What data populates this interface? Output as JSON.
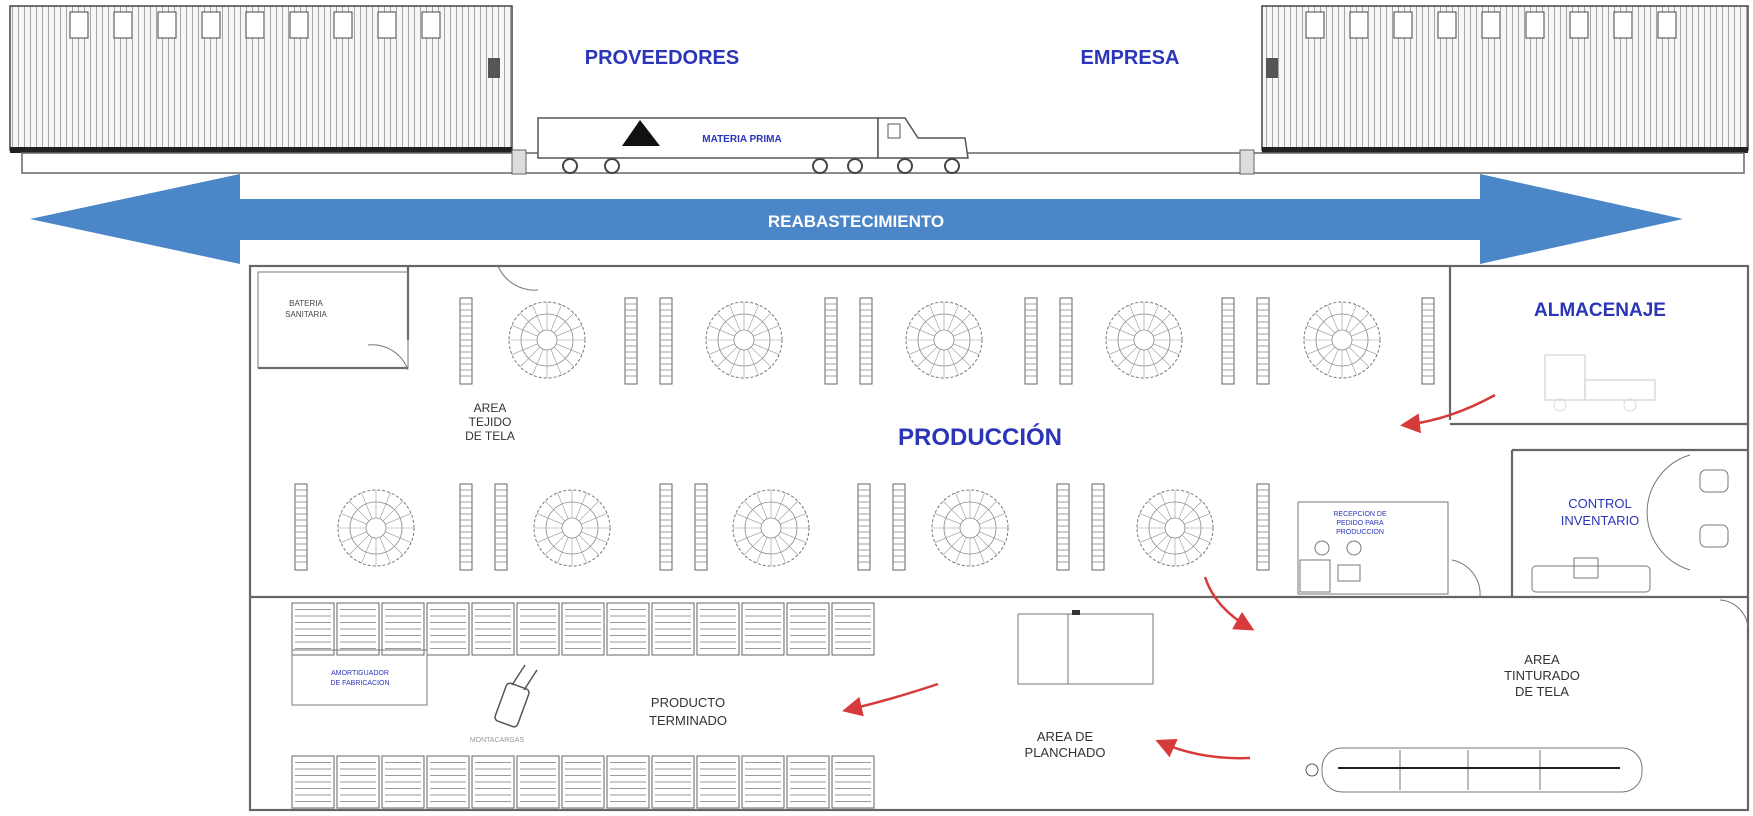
{
  "labels": {
    "proveedores": "PROVEEDORES",
    "empresa": "EMPRESA",
    "materia_prima": "MATERIA PRIMA",
    "reabastecimiento": "REABASTECIMIENTO",
    "almacenaje": "ALMACENAJE",
    "produccion": "PRODUCCIÓN",
    "bateria_sanitaria_1": "BATERIA",
    "bateria_sanitaria_2": "SANITARIA",
    "area_tejido_1": "AREA",
    "area_tejido_2": "TEJIDO",
    "area_tejido_3": "DE TELA",
    "recepcion_1": "RECEPCION DE",
    "recepcion_2": "PEDIDO PARA",
    "recepcion_3": "PRODUCCION",
    "control_1": "CONTROL",
    "control_2": "INVENTARIO",
    "amortiguador_1": "AMORTIGUADOR",
    "amortiguador_2": "DE FABRICACION",
    "montacargas": "MONTACARGAS",
    "producto_1": "PRODUCTO",
    "producto_2": "TERMINADO",
    "planchado_1": "AREA DE",
    "planchado_2": "PLANCHADO",
    "tinturado_1": "AREA",
    "tinturado_2": "TINTURADO",
    "tinturado_3": "DE TELA"
  },
  "colors": {
    "arrow_blue": "#4a86c8",
    "label_blue": "#2a35b8",
    "flow_red": "#d63a3a"
  },
  "icons": [
    "warehouse-icon",
    "truck-icon",
    "double-arrow-icon",
    "knitting-machine-icon",
    "forklift-icon",
    "flow-arrow-icon",
    "shelf-rack-icon",
    "ironing-table-icon",
    "dyeing-machine-icon",
    "office-chair-icon",
    "sofa-icon"
  ]
}
